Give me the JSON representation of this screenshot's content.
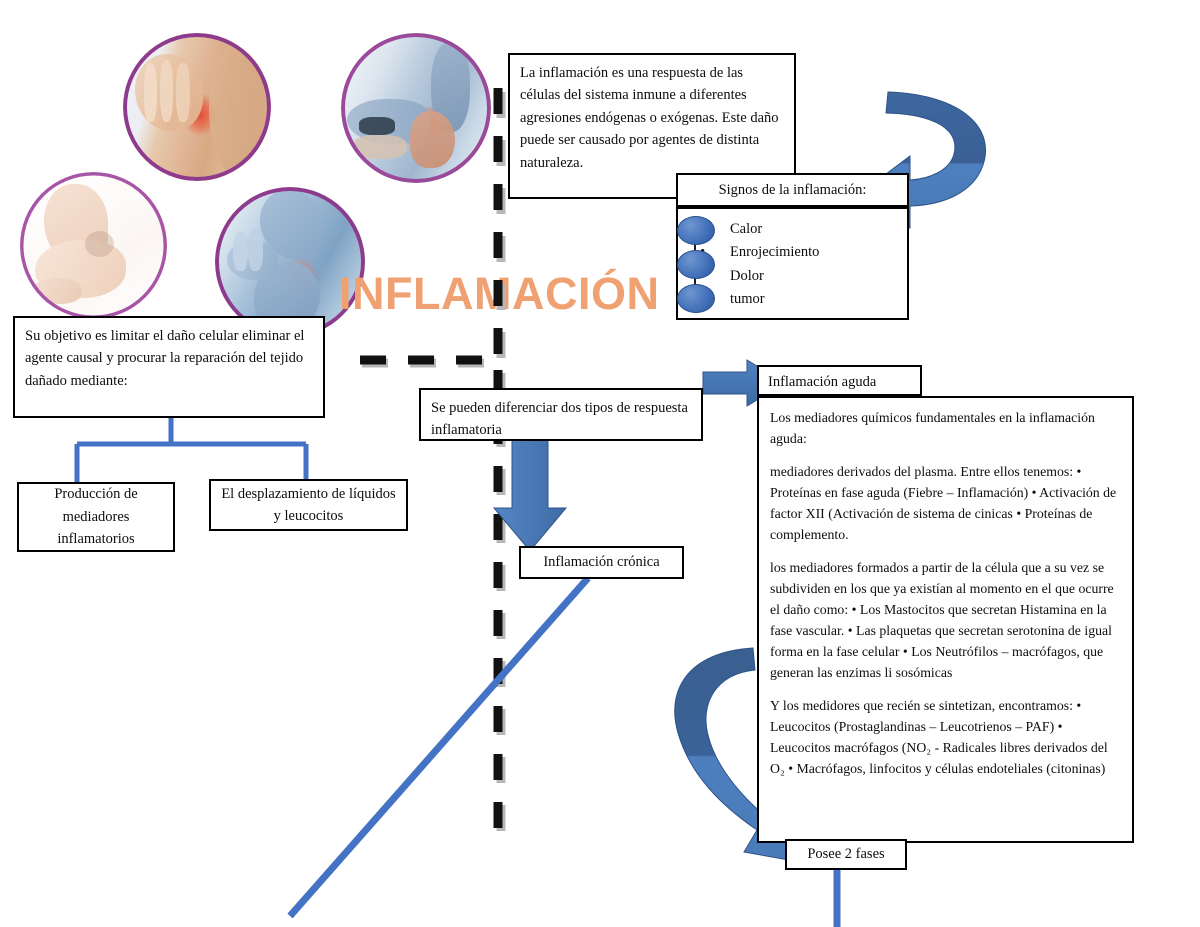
{
  "title": {
    "text": "INFLAMACIÓN",
    "color": "#F0A172"
  },
  "colors": {
    "arrow_blue": "#41699C",
    "arrow_blue_light": "#4A7EBB",
    "line_blue": "#4472C4",
    "photo_ring_purple": "#8E3B8E",
    "box_border": "#000000"
  },
  "intro_box": {
    "text": "La inflamación es una respuesta de las células del sistema inmune a diferentes agresiones endógenas o exógenas. Este daño puede ser causado por agentes de distinta naturaleza."
  },
  "signs_header": {
    "text": "Signos de la inflamación:"
  },
  "signs_list": {
    "items": [
      "Calor",
      "Enrojecimiento",
      "Dolor",
      "tumor"
    ]
  },
  "objective_box": {
    "text": "Su objetivo es limitar el daño celular eliminar el agente causal y procurar la reparación del tejido dañado mediante:"
  },
  "objective_children": [
    {
      "text": "Producción de mediadores inflamatorios"
    },
    {
      "text": "El desplazamiento de líquidos y leucocitos"
    }
  ],
  "types_box": {
    "text": "Se pueden diferenciar dos tipos de respuesta inflamatoria"
  },
  "chronic_box": {
    "text": "Inflamación crónica"
  },
  "acute_box": {
    "text": "Inflamación aguda"
  },
  "acute_detail": {
    "paragraphs": [
      "Los mediadores químicos fundamentales en la inflamación aguda:",
      "mediadores derivados del plasma. Entre ellos tenemos: • Proteínas en fase aguda (Fiebre – Inflamación) • Activación de factor XII (Activación de sistema de cinicas • Proteínas de complemento.",
      "los mediadores formados a partir de la célula que a su vez se subdividen en los que ya existían al momento en el que ocurre el daño como: • Los Mastocitos que secretan Histamina en la fase vascular. • Las plaquetas que secretan serotonina de igual forma en la fase celular • Los Neutrófilos – macrófagos, que generan las enzimas li sosómicas",
      "Y los medidores que recién se sintetizan, encontramos: • Leucocitos (Prostaglandinas – Leucotrienos – PAF) • Leucocitos macrófagos (NO₂ - Radicales libres derivados del O₂ • Macrófagos, linfocitos y células endoteliales (citoninas)"
    ]
  },
  "phases_box": {
    "text": "Posee 2 fases"
  },
  "photos": [
    {
      "name": "knee-pain-photo",
      "alt": "Rodilla con dolor inflamado"
    },
    {
      "name": "ankle-pain-photo",
      "alt": "Tobillo con dolor inflamado"
    },
    {
      "name": "foot-swelling-photo",
      "alt": "Pie con hinchazón"
    },
    {
      "name": "knee-xray-photo",
      "alt": "Rodilla azul con dolor articular"
    }
  ],
  "arrows": {
    "curved_top": "curved-arrow-to-signs",
    "right_to_acute": "arrow-right-to-acute",
    "down_to_chronic": "arrow-down-to-chronic",
    "curved_bottom": "curved-arrow-to-phases"
  }
}
